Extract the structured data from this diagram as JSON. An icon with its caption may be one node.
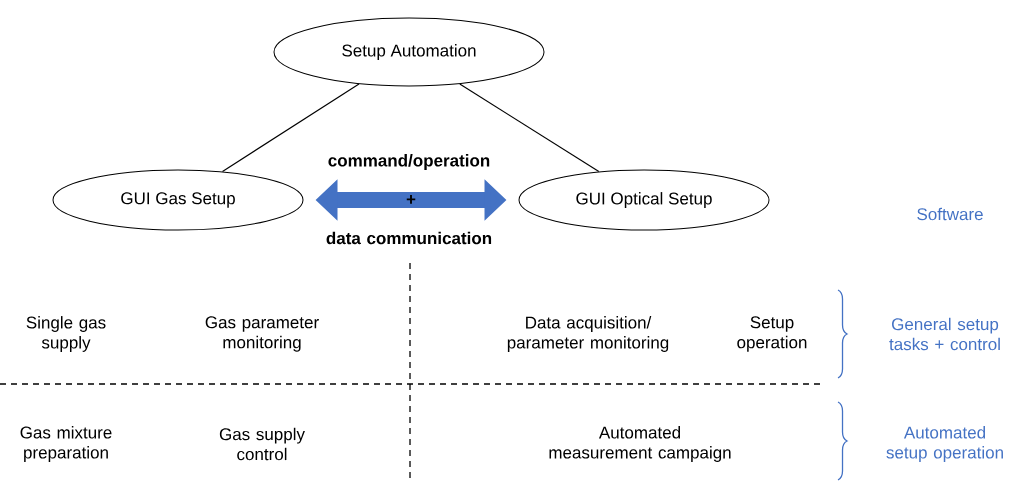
{
  "diagram": {
    "nodes": [
      {
        "text": [
          "Setup Automation"
        ]
      },
      {
        "text": [
          "GUI Gas Setup"
        ]
      },
      {
        "text": [
          "GUI Optical Setup"
        ]
      }
    ],
    "edges": [
      {
        "from": 0,
        "to": 1,
        "arrow": "none"
      },
      {
        "from": 0,
        "to": 2,
        "arrow": "none"
      },
      {
        "from": 1,
        "to": 2,
        "arrow": "both",
        "label": "+",
        "style": "thick",
        "color": "#4472c4"
      }
    ],
    "labels": [
      "command/operation",
      "data communication",
      "Software",
      "Single gas supply",
      "Gas parameter monitoring",
      "Data acquisition/ parameter monitoring",
      "Setup operation",
      "General setup tasks + control",
      "Gas mixture preparation",
      "Gas supply control",
      "Automated measurement campaign",
      "Automated setup operation"
    ]
  }
}
